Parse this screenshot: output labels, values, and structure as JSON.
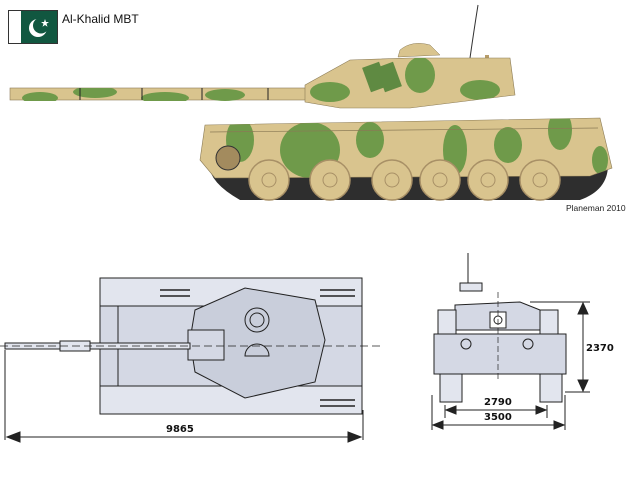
{
  "header": {
    "title": "Al-Khalid MBT",
    "flag": "pakistan-flag"
  },
  "credit": "Planeman 2010",
  "colors": {
    "camo_sand": "#d9c48e",
    "camo_green": "#6f9a4a",
    "flag_green": "#115740",
    "drawing_fill": "#d4d8e4",
    "line": "#222222"
  },
  "views": {
    "side": {
      "label": "side-profile-camouflage"
    },
    "top": {
      "label": "top-view-plan"
    },
    "front": {
      "label": "front-view"
    }
  },
  "dimensions": {
    "length": "9865",
    "height": "2370",
    "track_width": "2790",
    "overall_width": "3500"
  }
}
